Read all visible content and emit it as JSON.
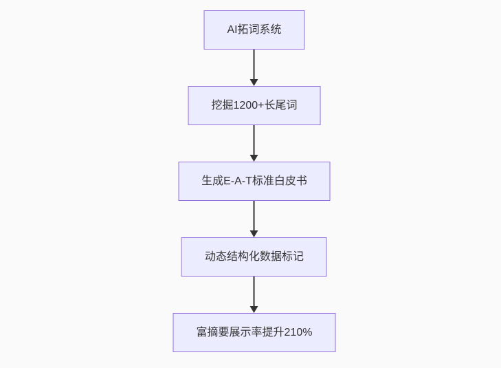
{
  "diagram": {
    "type": "flowchart",
    "direction": "top-down",
    "nodes": [
      {
        "id": "node-1",
        "label": "AI拓词系统"
      },
      {
        "id": "node-2",
        "label": "挖掘1200+长尾词"
      },
      {
        "id": "node-3",
        "label": "生成E-A-T标准白皮书"
      },
      {
        "id": "node-4",
        "label": "动态结构化数据标记"
      },
      {
        "id": "node-5",
        "label": "富摘要展示率提升210%"
      }
    ],
    "edges": [
      {
        "from": "node-1",
        "to": "node-2",
        "style": "arrow-down"
      },
      {
        "from": "node-2",
        "to": "node-3",
        "style": "arrow-down"
      },
      {
        "from": "node-3",
        "to": "node-4",
        "style": "arrow-down"
      },
      {
        "from": "node-4",
        "to": "node-5",
        "style": "arrow-down"
      }
    ],
    "colors": {
      "background": "#fafafa",
      "node_fill": "#ECECFF",
      "node_border": "#9370DB",
      "text": "#333333",
      "arrow": "#333333"
    }
  }
}
